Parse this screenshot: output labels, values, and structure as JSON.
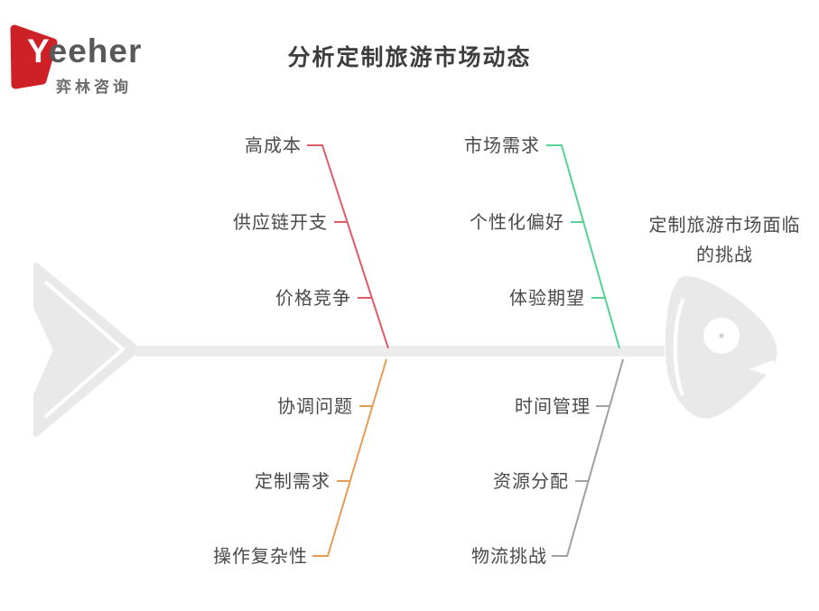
{
  "logo": {
    "brand_initial": "Y",
    "brand_rest": "eeher",
    "subtitle": "弈林咨询",
    "shape_color": "#cd2127",
    "text_color": "#58595b"
  },
  "title": {
    "text": "分析定制旅游市场动态",
    "color": "#3d3d3d"
  },
  "effect": {
    "line1": "定制旅游市场面临",
    "line2": "的挑战",
    "color": "#4a4a4a"
  },
  "diagram": {
    "type": "fishbone",
    "spine_color": "#ececec",
    "body_color": "#e9e9e9",
    "label_color": "#4a4a4a",
    "branches": [
      {
        "position": "top-left",
        "color": "#e15b66",
        "labels": [
          "高成本",
          "供应链开支",
          "价格竞争"
        ]
      },
      {
        "position": "top-right",
        "color": "#54d392",
        "labels": [
          "市场需求",
          "个性化偏好",
          "体验期望"
        ]
      },
      {
        "position": "bottom-left",
        "color": "#e69c55",
        "labels": [
          "协调问题",
          "定制需求",
          "操作复杂性"
        ]
      },
      {
        "position": "bottom-right",
        "color": "#a0a0a0",
        "labels": [
          "时间管理",
          "资源分配",
          "物流挑战"
        ]
      }
    ]
  }
}
